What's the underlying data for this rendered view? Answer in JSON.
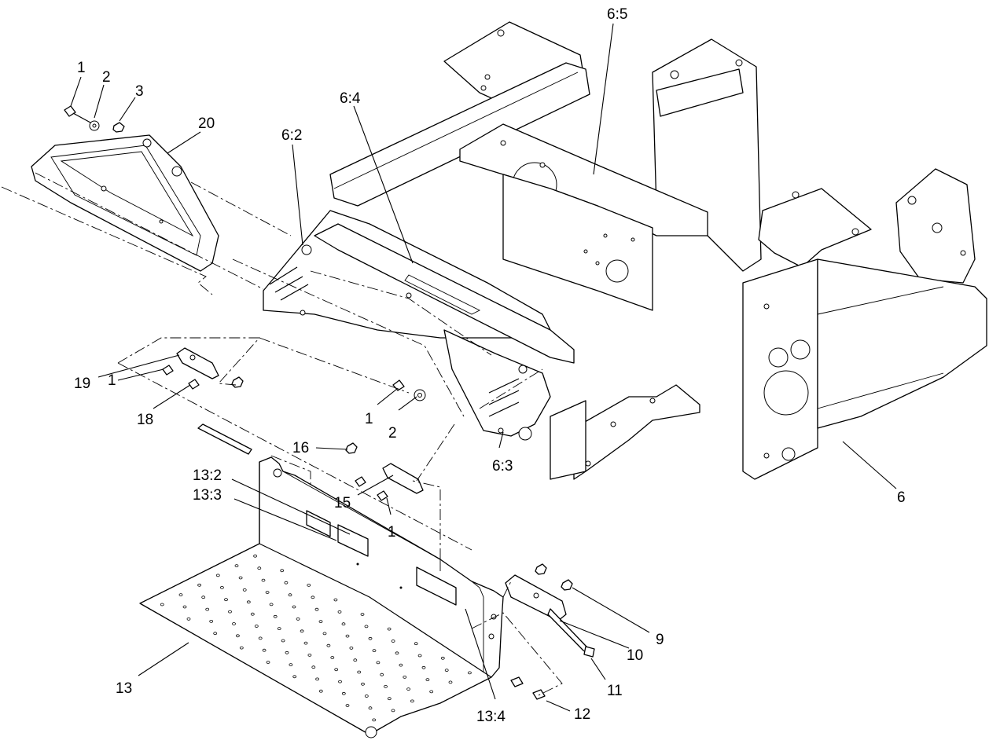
{
  "callouts": {
    "c1_top": "1",
    "c2_top": "2",
    "c3_top": "3",
    "c20": "20",
    "c6_2": "6:2",
    "c6_4": "6:4",
    "c6_5": "6:5",
    "c19": "19",
    "c1_left": "1",
    "c18": "18",
    "c1_mid": "1",
    "c2_mid": "2",
    "c16": "16",
    "c6_3": "6:3",
    "c6": "6",
    "c13_2": "13:2",
    "c13_3": "13:3",
    "c15": "15",
    "c1_low": "1",
    "c9": "9",
    "c10": "10",
    "c11": "11",
    "c12": "12",
    "c13": "13",
    "c13_4": "13:4"
  }
}
